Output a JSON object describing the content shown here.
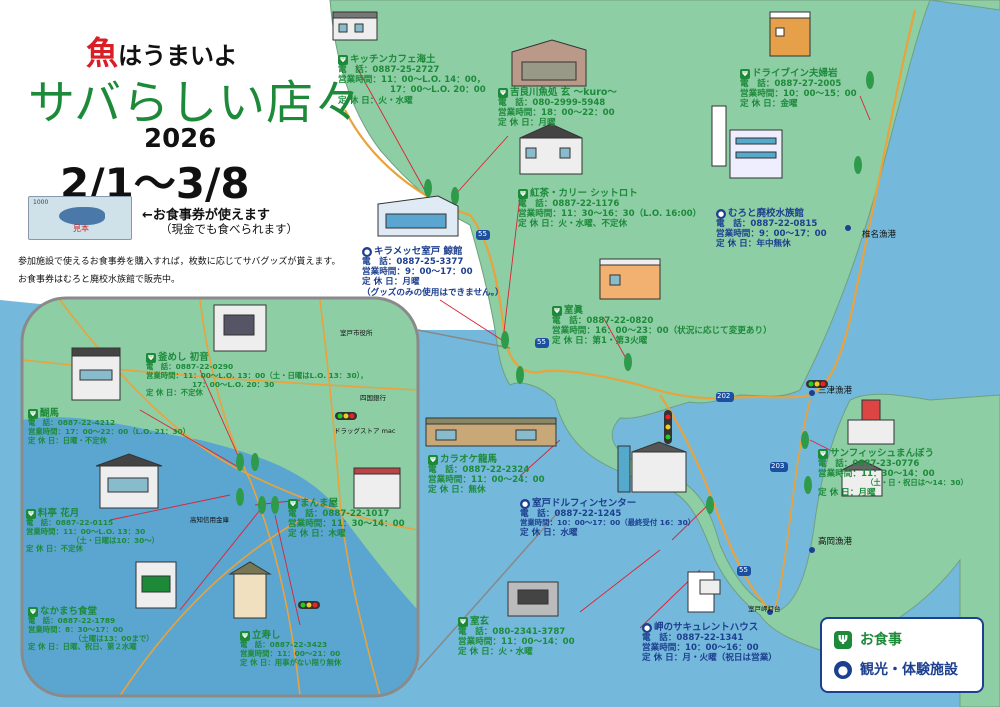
{
  "header": {
    "logo_big": "魚",
    "logo_rest": "はうまいよ",
    "title": "サバらしい店々",
    "year": "2026",
    "date_range": "2/1〜3/8",
    "ticket_value": "1000",
    "ticket_label": "見本",
    "ticket_caption": "←お食事券が使えます",
    "ticket_sub": "（現金でも食べられます）",
    "note1": "参加施設で使えるお食事券を購入すれば，枚数に応じてサバグッズが貰えます。",
    "note2": "お食事券はむろと廃校水族館で販売中。"
  },
  "legend": {
    "food_label": "お食事",
    "sight_label": "観光・体験施設",
    "food_color": "#1d8a3a",
    "sight_color": "#1d3f8f"
  },
  "map_labels": {
    "shiina": "椎名漁港",
    "mitsu": "三津漁港",
    "takaoka": "高岡漁港",
    "muroto_misaki": "室戸岬灯台",
    "city_hall": "室戸市役所",
    "shikoku_bank": "四国銀行",
    "drugstore": "ドラッグストア mac",
    "kochi_bank": "高知信用金庫",
    "route55a": "55",
    "route55b": "55",
    "route202": "202",
    "route203": "203",
    "route55c": "55"
  },
  "shops": [
    {
      "name": "キッチンカフェ海土",
      "tel": "電　話：0887-25-2727",
      "hours": "営業時間：11：00～L.O. 14：00，",
      "hours2": "17：00～L.O. 20：00",
      "closed": "定 休 日：火・水曜",
      "type": "food"
    },
    {
      "name": "吉良川魚処 玄 ～kuro～",
      "tel": "電　話：080-2999-5948",
      "hours": "営業時間：18：00～22：00",
      "closed": "定 休 日：月曜",
      "type": "food"
    },
    {
      "name": "ドライブイン夫婦岩",
      "tel": "電　話：0887-27-2005",
      "hours": "営業時間：10：00～15：00",
      "closed": "定 休 日：金曜",
      "type": "food"
    },
    {
      "name": "紅茶・カリー シットロト",
      "tel": "電　話：0887-22-1176",
      "hours": "営業時間：11：30～16：30（L.O. 16:00）",
      "closed": "定 休 日：火・水曜、不定休",
      "type": "food"
    },
    {
      "name": "むろと廃校水族館",
      "tel": "電　話：0887-22-0815",
      "hours": "営業時間：9：00～17：00",
      "closed": "定 休 日：年中無休",
      "type": "sight"
    },
    {
      "name": "キラメッセ室戸 鯨館",
      "tel": "電　話：0887-25-3377",
      "hours": "営業時間：9：00～17：00",
      "closed": "定 休 日：月曜",
      "extra": "（グッズのみの使用はできません。）",
      "type": "sight"
    },
    {
      "name": "室眞",
      "tel": "電　話：0887-22-0820",
      "hours": "営業時間：16：00～23：00（状況に応じて変更あり）",
      "closed": "定 休 日：第1・第3火曜",
      "type": "food"
    },
    {
      "name": "釜めし 初音",
      "tel": "電　話：0887-22-0290",
      "hours": "営業時間：11：00～L.O. 13：00（土・日曜はL.O. 13：30），",
      "hours2": "17：00～L.O. 20：30",
      "closed": "定 休 日：不定休",
      "type": "food"
    },
    {
      "name": "醐馬",
      "tel": "電　話：0887-22-4212",
      "hours": "営業時間：17：00～22：00（L.O. 21：30）",
      "closed": "定 休 日：日曜・不定休",
      "type": "food"
    },
    {
      "name": "カラオケ龍馬",
      "tel": "電　話：0887-22-2324",
      "hours": "営業時間：11：00～24：00",
      "closed": "定 休 日：無休",
      "type": "food"
    },
    {
      "name": "三津漁港",
      "tel": "",
      "hours": "",
      "closed": "",
      "type": "none"
    },
    {
      "name": "サンフィッシュまんぼう",
      "tel": "電　話：0887-23-0776",
      "hours": "営業時間：11：30～14：00",
      "hours2": "（土・日・祝日は～14：30）",
      "closed": "定 休 日：月曜",
      "type": "food"
    },
    {
      "name": "料亭 花月",
      "tel": "電　話：0887-22-0115",
      "hours": "営業時間：11：00～L.O. 13：30",
      "hours2": "（土・日曜は10：30～）",
      "closed": "定 休 日：不定休",
      "type": "food"
    },
    {
      "name": "まんま屋",
      "tel": "電　話：0887-22-1017",
      "hours": "営業時間：11：30～14：00",
      "closed": "定 休 日：木曜",
      "type": "food"
    },
    {
      "name": "室戸ドルフィンセンター",
      "tel": "電　話：0887-22-1245",
      "hours": "営業時間：10：00～17：00（最終受付 16：30）",
      "closed": "定 休 日：水曜",
      "type": "sight"
    },
    {
      "name": "なかまち食堂",
      "tel": "電　話：0887-22-1789",
      "hours": "営業時間：8：30～17：00",
      "hours2": "（土曜は13：00まで）",
      "closed": "定 休 日：日曜、祝日、第２水曜",
      "type": "food"
    },
    {
      "name": "立寿し",
      "tel": "電　話：0887-22-3423",
      "hours": "営業時間：11：00～21：00",
      "closed": "定 休 日：用事がない限り無休",
      "type": "food"
    },
    {
      "name": "室玄",
      "tel": "電　話：080-2341-3787",
      "hours": "営業時間：11：00～14：00",
      "closed": "定 休 日：火・水曜",
      "type": "food"
    },
    {
      "name": "岬のサキュレントハウス",
      "tel": "電　話：0887-22-1341",
      "hours": "営業時間：10：00～16：00",
      "closed": "定 休 日：月・火曜（祝日は営業）",
      "type": "sight"
    }
  ]
}
